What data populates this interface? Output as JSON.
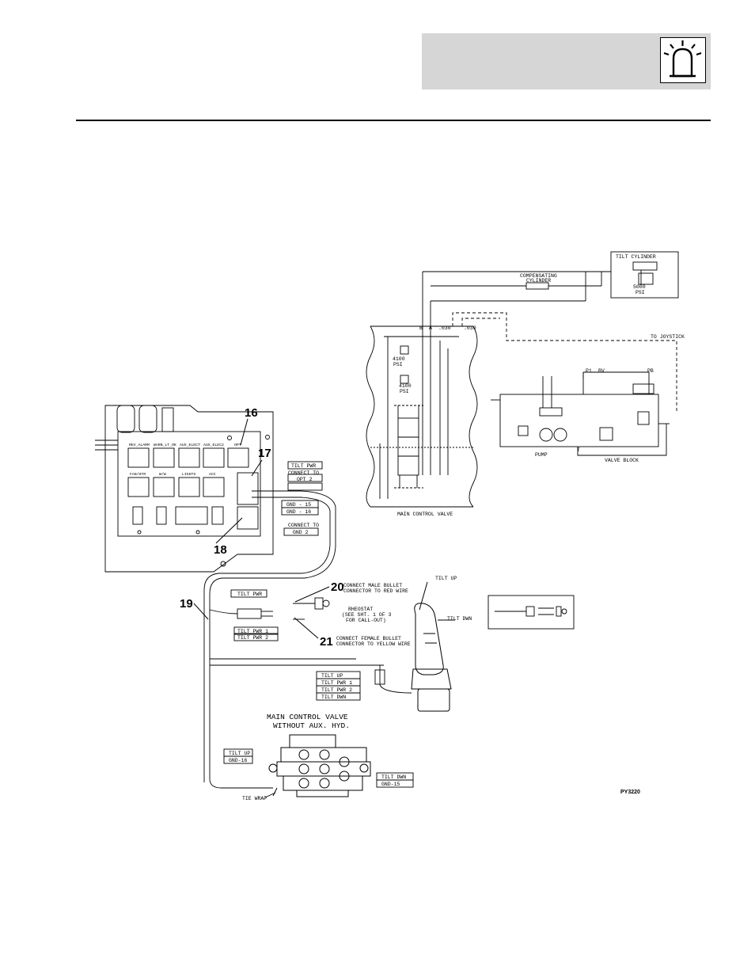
{
  "header": {
    "icon": "beacon-light-icon"
  },
  "figure_id": "PY3220",
  "callouts": [
    "16",
    "17",
    "18",
    "19",
    "20",
    "21"
  ],
  "panel": {
    "relays_row1": [
      "REV_ALARM",
      "WARN_LT_OK",
      "AUX_ELECT",
      "AUX_ELEC2",
      "OPT"
    ],
    "relays_row2": [
      "FAN/HTR",
      "W/W",
      "LIGHTS",
      "ACC"
    ]
  },
  "labels": {
    "tilt_pwr_a": "TILT PWR",
    "connect_to_a": "CONNECT TO",
    "opt2": "OPT 2",
    "gnd15_a": "GND - 15",
    "gnd16_a": "GND - 16",
    "connect_to_b": "CONNECT TO",
    "gnd2": "GND 2",
    "tilt_pwr_b": "TILT PWR",
    "tilt_pwr1_b": "TILT PWR 1",
    "tilt_pwr2_b": "TILT PWR 2",
    "note20_a": "CONNECT MALE BULLET",
    "note20_b": "CONNECTOR TO RED WIRE",
    "rheo_a": "RHEOSTAT",
    "rheo_b": "(SEE SHT. 1 OF 3",
    "rheo_c": "FOR CALL-OUT)",
    "note21_a": "CONNECT FEMALE BULLET",
    "note21_b": "CONNECTOR TO YELLOW WIRE",
    "tilt_up_j": "TILT UP",
    "tilt_dwn_j": "TILT DWN",
    "js_tilt_up": "TILT UP",
    "js_tilt_pwr1": "TILT PWR 1",
    "js_tilt_pwr2": "TILT PWR 2",
    "js_tilt_dwn": "TILT DWN",
    "mcv_a": "MAIN CONTROL VALVE",
    "mcv_b": "WITHOUT AUX. HYD.",
    "tilt_up_v": "TILT UP",
    "gnd16_v": "GND-16",
    "tilt_dwn_v": "TILT DWN",
    "gnd15_v": "GND-15",
    "tie_wrap": "TIE WRAP"
  },
  "hydraulic": {
    "tilt_cylinder": "TILT CYLINDER",
    "psi_5000": "5000",
    "psi_unit_a": "PSI",
    "comp_a": "COMPENSATING",
    "comp_b": "CYLINDER",
    "to_joystick": "TO JOYSTICK",
    "psi_4100_a": "4100",
    "psi_unit_b": "PSI",
    "psi_4100_b": "4100",
    "psi_unit_c": "PSI",
    "main_control_valve": "MAIN CONTROL VALVE",
    "pump": "PUMP",
    "valve_block": "VALVE BLOCK",
    "port_b": "B",
    "port_a": "A",
    "orifice_1": ".030",
    "orifice_2": ".030",
    "pb": "PB",
    "p1": "P1",
    "bv": "BV",
    "t": "T"
  }
}
